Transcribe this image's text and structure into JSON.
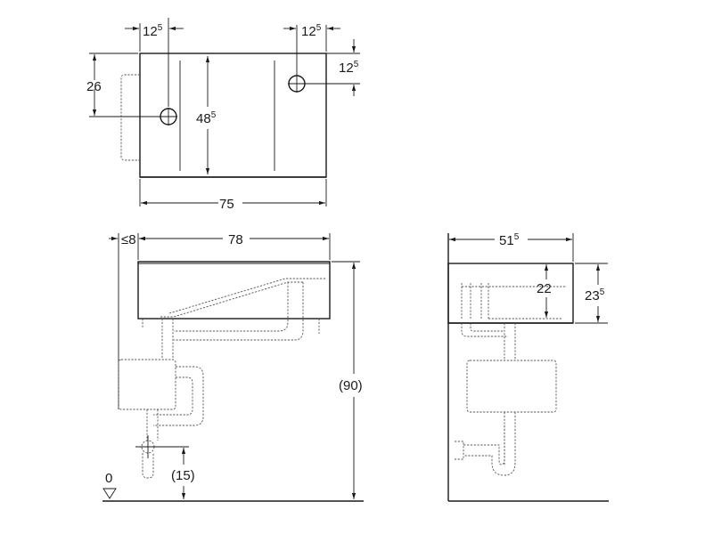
{
  "dimensions": {
    "top_left_offset": {
      "base": "12",
      "sup": "5"
    },
    "top_right_offset": {
      "base": "12",
      "sup": "5"
    },
    "right_vertical_offset": {
      "base": "12",
      "sup": "5"
    },
    "left_height": {
      "base": "26",
      "sup": ""
    },
    "inner_depth": {
      "base": "48",
      "sup": "5"
    },
    "top_width": {
      "base": "75",
      "sup": ""
    },
    "front_wall_gap": {
      "base": "≤8",
      "sup": ""
    },
    "front_width": {
      "base": "78",
      "sup": ""
    },
    "overall_height": {
      "base": "(90)",
      "sup": ""
    },
    "drain_height": {
      "base": "(15)",
      "sup": ""
    },
    "floor_level": {
      "base": "0",
      "sup": ""
    },
    "side_depth": {
      "base": "51",
      "sup": "5"
    },
    "side_bowl_height": {
      "base": "22",
      "sup": ""
    },
    "side_total_height": {
      "base": "23",
      "sup": "5"
    }
  }
}
